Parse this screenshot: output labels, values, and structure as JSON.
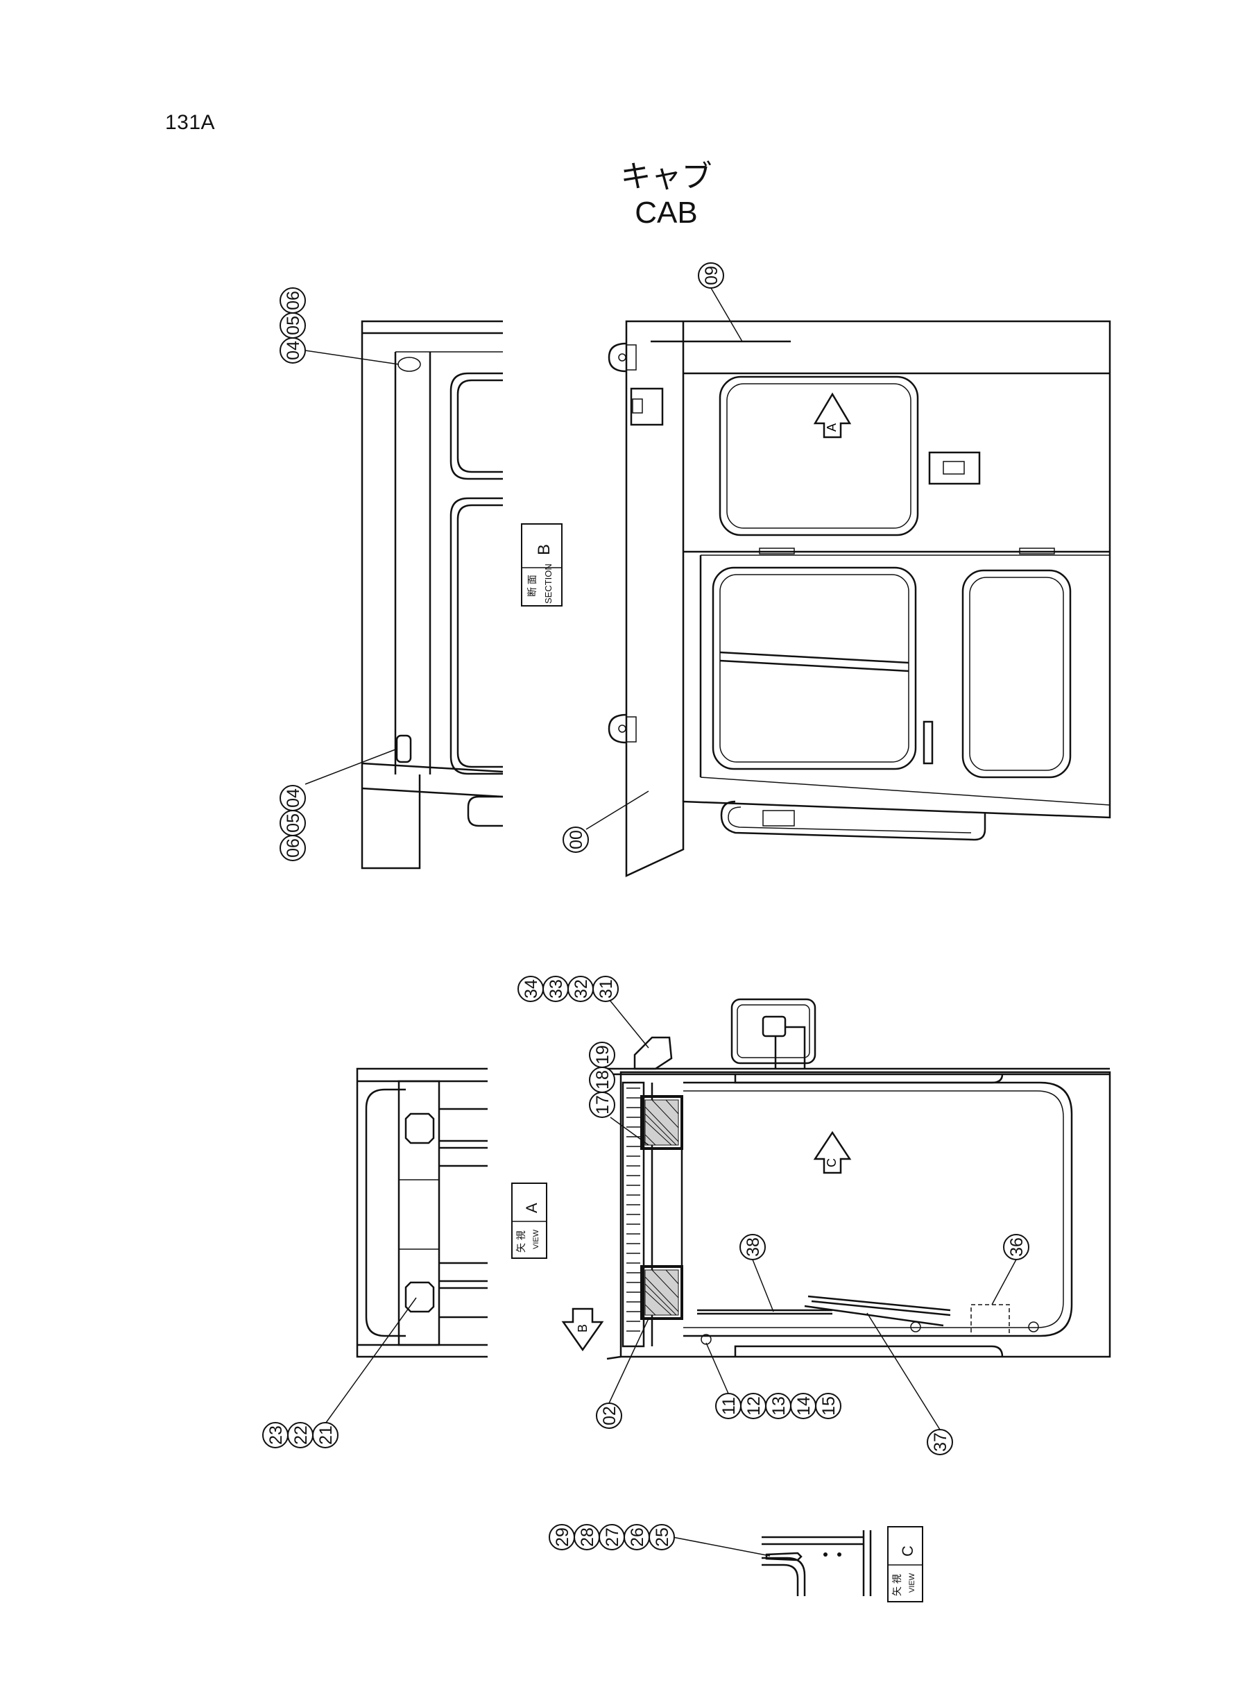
{
  "page_number": "131A",
  "title": {
    "japanese": "キャブ",
    "english": "CAB"
  },
  "view_labels": {
    "section_b": {
      "kanji": "断 面",
      "word": "SECTION",
      "letter": "B"
    },
    "view_a": {
      "kanji": "矢 視",
      "word": "VIEW",
      "letter": "A"
    },
    "view_c": {
      "kanji": "矢 視",
      "word": "VIEW",
      "letter": "C"
    }
  },
  "direction_arrows": [
    "A",
    "C",
    "B"
  ],
  "callout_groups": [
    {
      "id": "g1",
      "numbers": [
        "04",
        "05",
        "06"
      ]
    },
    {
      "id": "g2",
      "numbers": [
        "09"
      ]
    },
    {
      "id": "g3",
      "numbers": [
        "06",
        "05",
        "04"
      ]
    },
    {
      "id": "g4",
      "numbers": [
        "00"
      ]
    },
    {
      "id": "g5",
      "numbers": [
        "34",
        "33",
        "32",
        "31"
      ]
    },
    {
      "id": "g6",
      "numbers": [
        "17",
        "18",
        "19"
      ]
    },
    {
      "id": "g7",
      "numbers": [
        "38"
      ]
    },
    {
      "id": "g8",
      "numbers": [
        "36"
      ]
    },
    {
      "id": "g9",
      "numbers": [
        "02"
      ]
    },
    {
      "id": "g10",
      "numbers": [
        "11",
        "12",
        "13",
        "14",
        "15"
      ]
    },
    {
      "id": "g11",
      "numbers": [
        "37"
      ]
    },
    {
      "id": "g12",
      "numbers": [
        "23",
        "22",
        "21"
      ]
    },
    {
      "id": "g13",
      "numbers": [
        "29",
        "28",
        "27",
        "26",
        "25"
      ]
    }
  ]
}
